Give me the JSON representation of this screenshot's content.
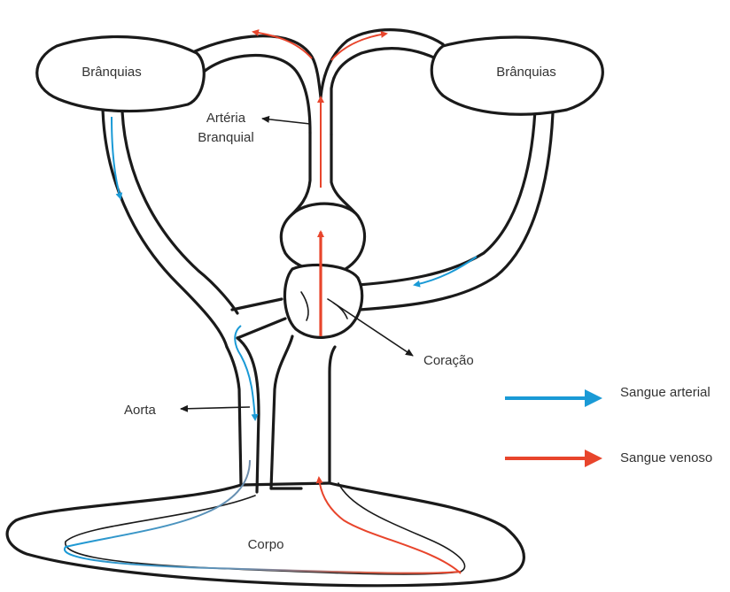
{
  "labels": {
    "gills_left": "Brânquias",
    "gills_right": "Brânquias",
    "branchial_artery_line1": "Artéria",
    "branchial_artery_line2": "Branquial",
    "heart": "Coração",
    "aorta": "Aorta",
    "body": "Corpo"
  },
  "legend": {
    "arterial": "Sangue arterial",
    "venous": "Sangue venoso"
  },
  "colors": {
    "arterial": "#1a9ad6",
    "venous": "#e8452c",
    "outline": "#1a1a1a",
    "text": "#333333"
  }
}
